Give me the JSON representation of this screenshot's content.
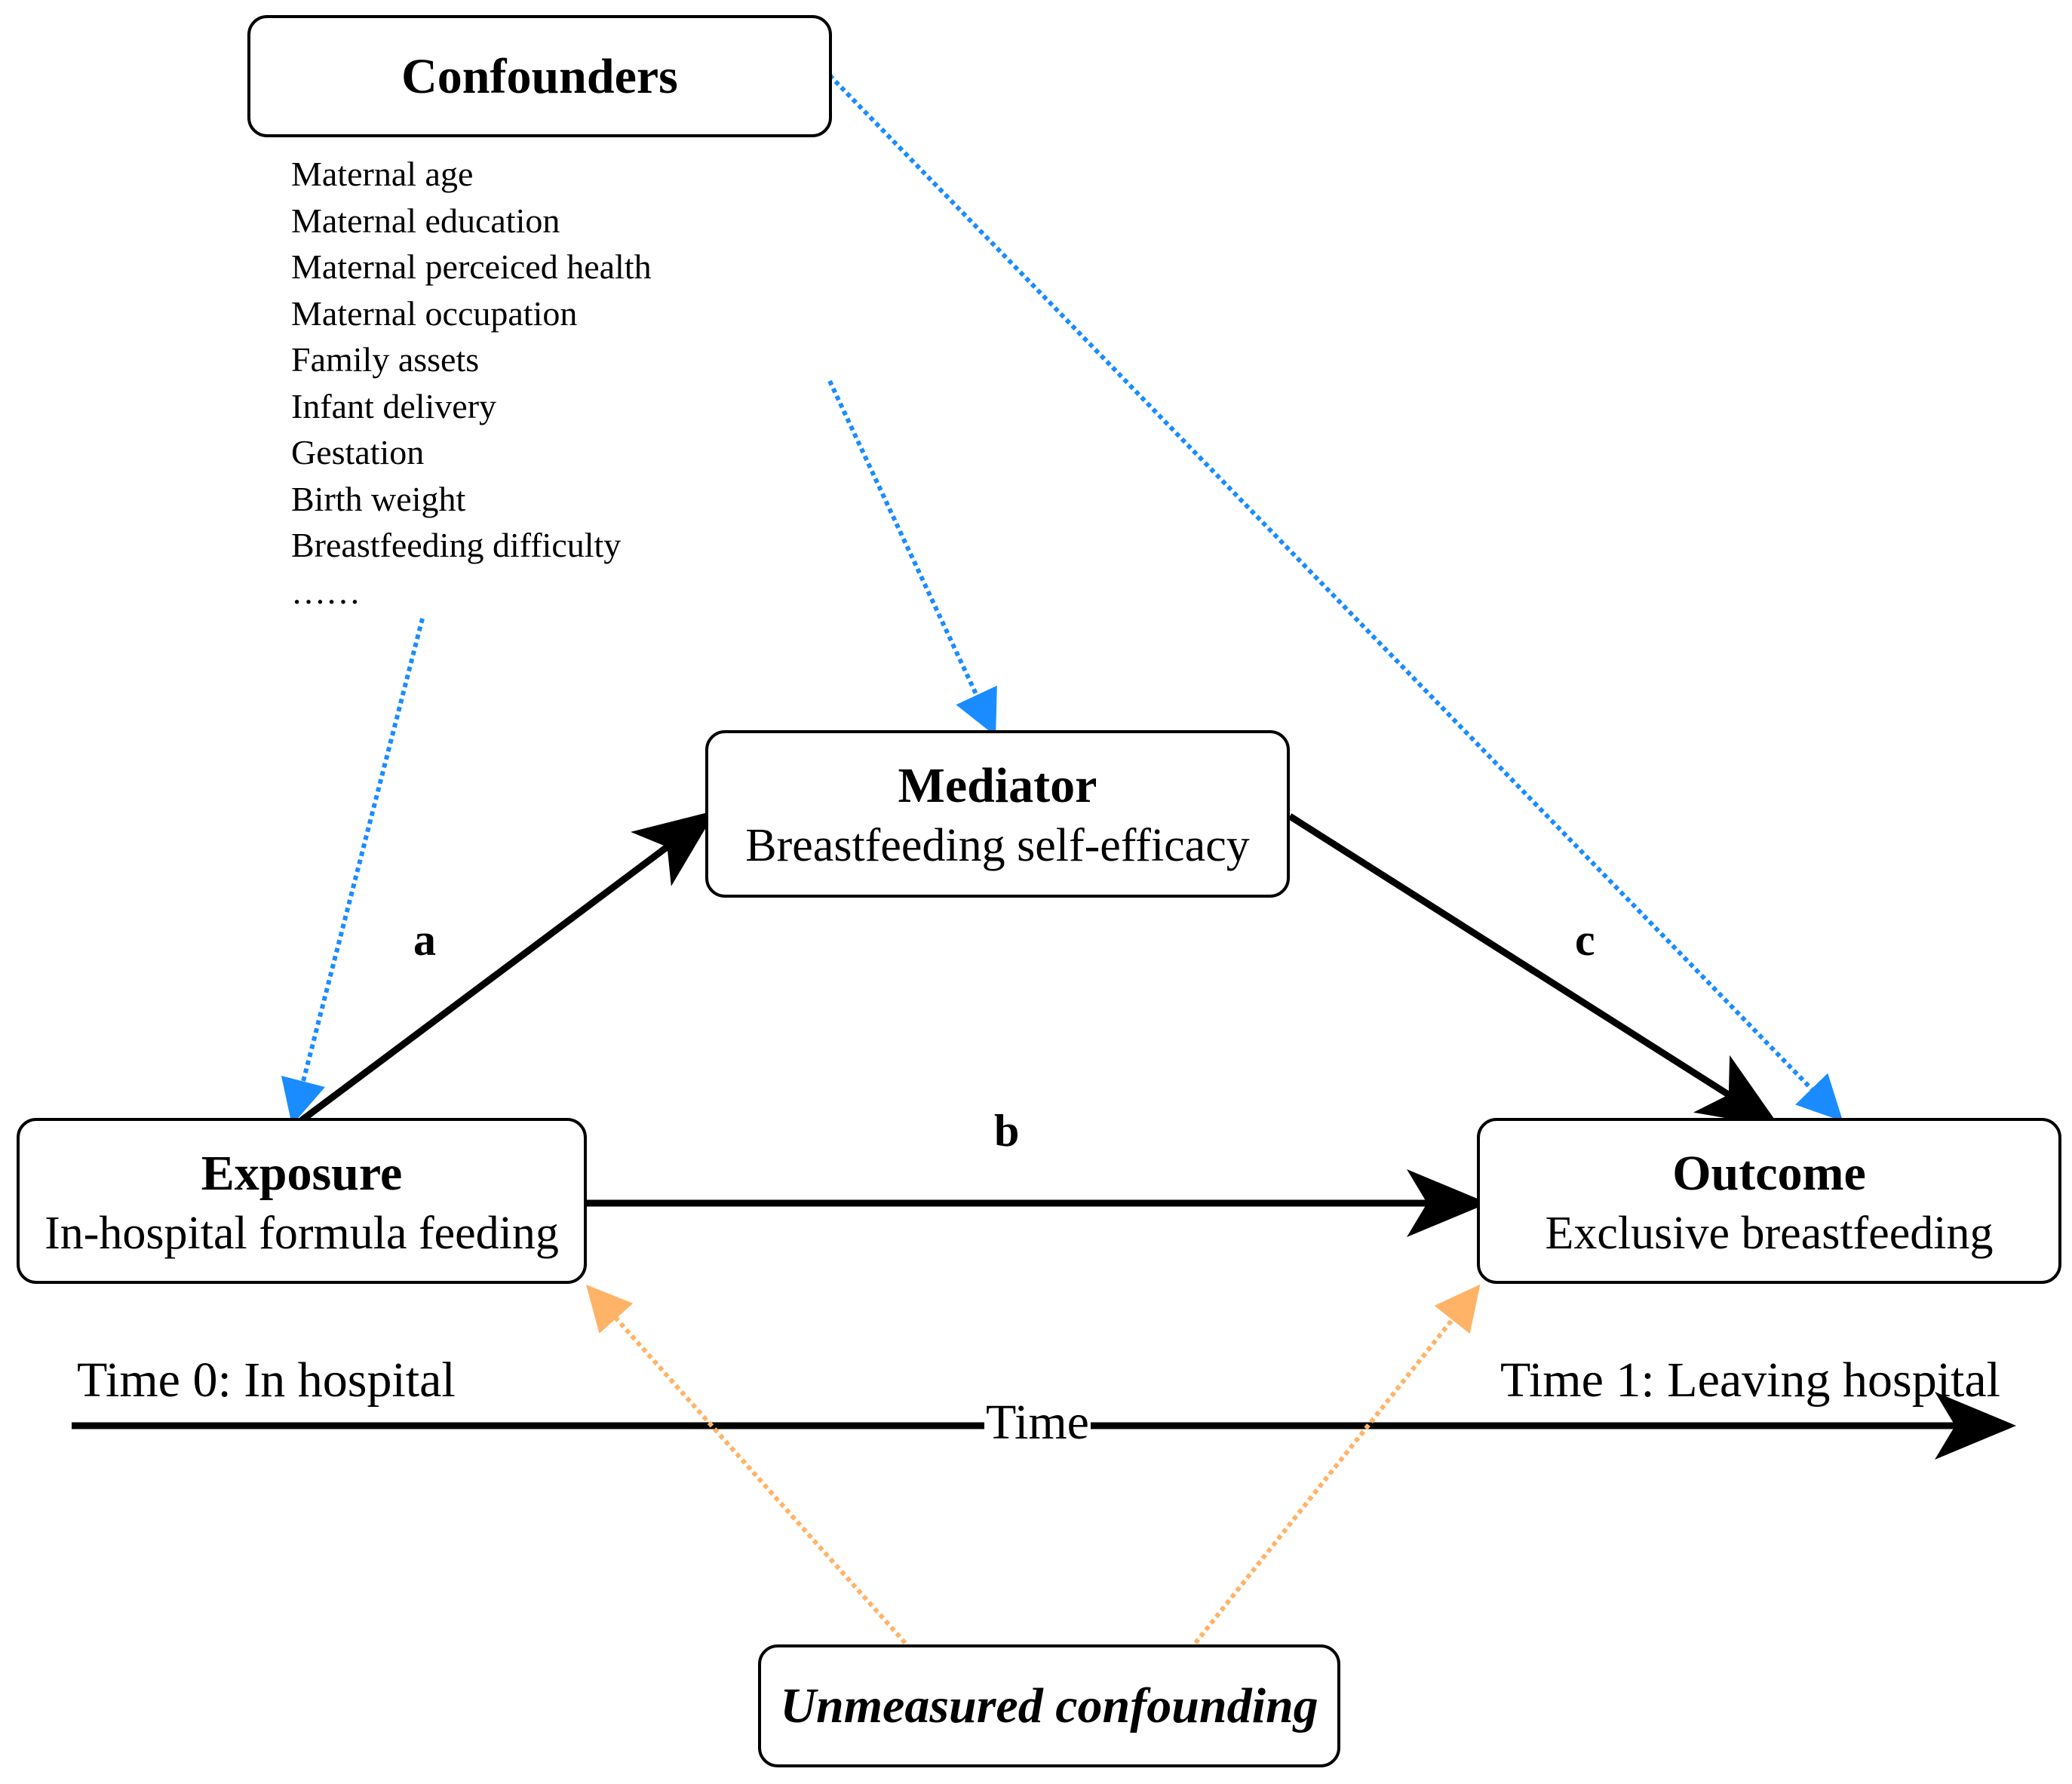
{
  "confounders": {
    "title": "Confounders",
    "items": [
      "Maternal age",
      "Maternal education",
      "Maternal perceiced health",
      "Maternal occupation",
      "Family assets",
      "Infant delivery",
      "Gestation",
      "Birth weight",
      "Breastfeeding difficulty",
      "……"
    ]
  },
  "mediator": {
    "title": "Mediator",
    "subtitle": "Breastfeeding self-efficacy"
  },
  "exposure": {
    "title": "Exposure",
    "subtitle": "In-hospital formula feeding"
  },
  "outcome": {
    "title": "Outcome",
    "subtitle": "Exclusive breastfeeding"
  },
  "unmeasured": {
    "title": "Unmeasured confounding"
  },
  "paths": {
    "a": "a",
    "b": "b",
    "c": "c"
  },
  "timeline": {
    "start": "Time 0: In hospital",
    "end": "Time 1: Leaving hospital",
    "axis": "Time"
  },
  "colors": {
    "confounder_arrows": "#1a8cff",
    "unmeasured_arrows": "#ffb366",
    "causal_arrows": "#000000"
  }
}
